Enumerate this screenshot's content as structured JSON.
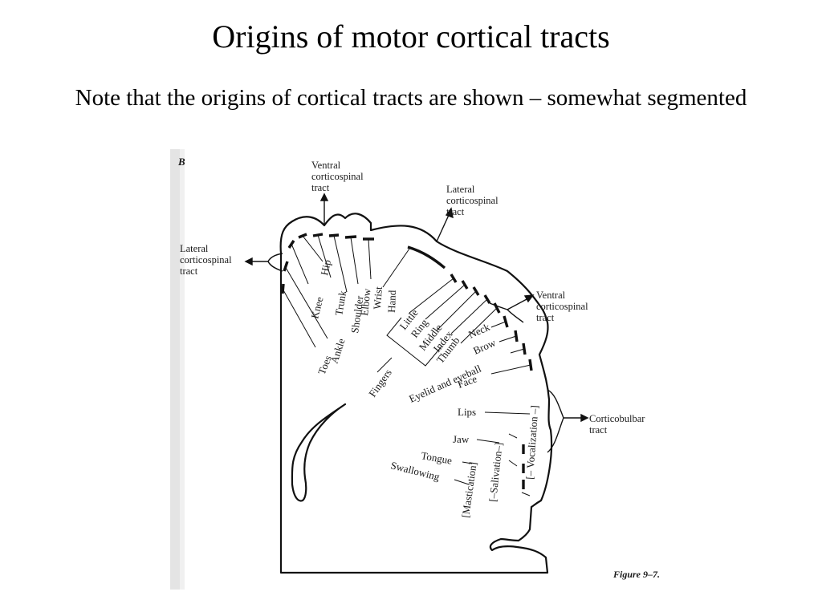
{
  "slide": {
    "title": "Origins of motor cortical tracts",
    "subtitle": "Note that the origins of cortical tracts are shown – somewhat segmented"
  },
  "figure": {
    "panel_letter": "B",
    "caption": "Figure 9–7.",
    "tracts": {
      "ventral_top": [
        "Ventral",
        "corticospinal",
        "tract"
      ],
      "lateral_top": [
        "Lateral",
        "corticospinal",
        "tract"
      ],
      "lateral_left": [
        "Lateral",
        "corticospinal",
        "tract"
      ],
      "ventral_right": [
        "Ventral",
        "corticospinal",
        "tract"
      ],
      "corticobulbar": [
        "Corticobulbar",
        "tract"
      ]
    },
    "body_parts": {
      "toes": "Toes",
      "ankle": "Ankle",
      "knee": "Knee",
      "hip": "Hip",
      "trunk": "Trunk",
      "shoulder": "Shoulder",
      "elbow": "Elbow",
      "wrist": "Wrist",
      "hand": "Hand",
      "little": "Little",
      "ring": "Ring",
      "middle": "Middle",
      "index": "Index",
      "thumb": "Thumb",
      "fingers": "Fingers",
      "neck": "Neck",
      "brow": "Brow",
      "eyelid_eyeball": "Eyelid and eyeball",
      "face": "Face",
      "lips": "Lips",
      "jaw": "Jaw",
      "tongue": "Tongue",
      "swallowing": "Swallowing",
      "mastication": "[Mastication]",
      "salivation": "[–Salivation–]",
      "vocalization": "[– Vocalization –]"
    }
  }
}
